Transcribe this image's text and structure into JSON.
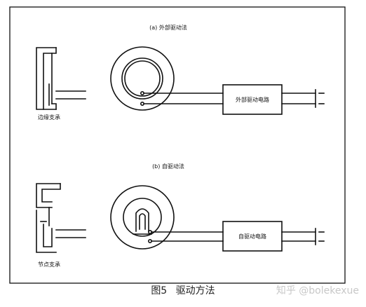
{
  "panel_a": {
    "title": "(a) 外部驱动法",
    "support_label": "边缘支承",
    "circuit_label": "外部驱动电路"
  },
  "panel_b": {
    "title": "(b) 自驱动法",
    "support_label": "节点支承",
    "circuit_label": "自驱动电路"
  },
  "caption": {
    "figure_number": "图5",
    "title": "驱动方法"
  },
  "watermark": "知乎 @bolekexue"
}
